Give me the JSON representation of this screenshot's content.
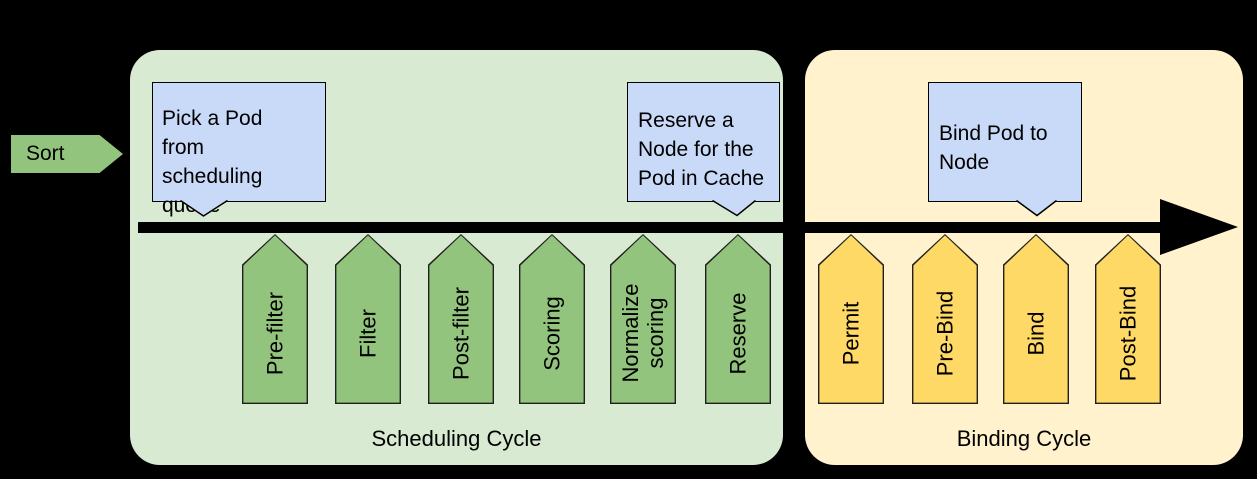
{
  "sort": {
    "label": "Sort"
  },
  "scheduling": {
    "label": "Scheduling Cycle",
    "stages": [
      "Pre-filter",
      "Filter",
      "Post-filter",
      "Scoring",
      "Normalize scoring",
      "Reserve"
    ],
    "callout_pick": "Pick a Pod from scheduling queue",
    "callout_reserve": "Reserve a Node for the Pod in Cache"
  },
  "binding": {
    "label": "Binding Cycle",
    "stages": [
      "Permit",
      "Pre-Bind",
      "Bind",
      "Post-Bind"
    ],
    "callout_bind": "Bind Pod to Node"
  },
  "colors": {
    "background": "#000000",
    "scheduling_container_fill": "#d9ead3",
    "binding_container_fill": "#fff2cc",
    "scheduling_stage_fill": "#93c47d",
    "binding_stage_fill": "#ffd966",
    "sort_arrow_fill": "#93c47d",
    "callout_fill": "#c9daf8",
    "timeline_arrow": "#000000",
    "text": "#000000"
  }
}
